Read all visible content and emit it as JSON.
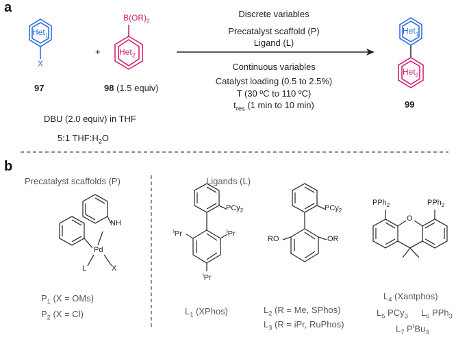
{
  "panel_a": {
    "label": "a",
    "reactant1": {
      "ring_label": "Het",
      "ring_sub": "1",
      "substituent": "X",
      "number": "97"
    },
    "reactant2": {
      "boron": "B(OR)",
      "boron_sub": "2",
      "ring_label": "Het",
      "ring_sub": "2",
      "number": "98",
      "equiv": "(1.5 equiv)"
    },
    "plus": "+",
    "conditions": {
      "base": "DBU (2.0 equiv) in THF",
      "solvent_prefix": "5:1 THF:H",
      "solvent_sub": "2",
      "solvent_suffix": "O"
    },
    "discrete_header": "Discrete variables",
    "discrete_items": [
      "Precatalyst scaffold (P)",
      "Ligand (L)"
    ],
    "continuous_header": "Continuous variables",
    "continuous_items": [
      "Catalyst loading (0.5 to 2.5%)",
      "T (30 ºC to 110 ºC)"
    ],
    "tres_main": "t",
    "tres_sub": "res",
    "tres_rest": " (1 min to 10 min)",
    "product": {
      "top_label": "Het",
      "top_sub": "1",
      "bottom_label": "Het",
      "bottom_sub": "2",
      "number": "99"
    }
  },
  "panel_b": {
    "label": "b",
    "precat_title": "Precatalyst scaffolds (P)",
    "ligand_title": "Ligands (L)",
    "precat_atoms": {
      "nh": "NH",
      "pd": "Pd",
      "l": "L",
      "x": "X"
    },
    "p1": {
      "main": "P",
      "sub": "1",
      "rest": " (X = OMs)"
    },
    "p2": {
      "main": "P",
      "sub": "2",
      "rest": " (X = Cl)"
    },
    "xphos_atoms": {
      "pcy": "PCy",
      "pcy_sub": "2",
      "ipr_sup": "i",
      "ipr": "Pr"
    },
    "l1": {
      "main": "L",
      "sub": "1",
      "rest": " (XPhos)"
    },
    "sphos_atoms": {
      "pcy": "PCy",
      "pcy_sub": "2",
      "ro": "RO",
      "or": "OR"
    },
    "l2": {
      "main": "L",
      "sub": "2",
      "rest": " (R = Me, SPhos)"
    },
    "l3": {
      "main": "L",
      "sub": "3",
      "rest": " (R = iPr, RuPhos)"
    },
    "xant_atoms": {
      "pph": "PPh",
      "pph_sub": "2",
      "o": "O"
    },
    "l4": {
      "main": "L",
      "sub": "4",
      "rest": " (Xantphos)"
    },
    "l5": {
      "main": "L",
      "sub": "5",
      "rest": " PCy",
      "rest_sub": "3"
    },
    "l6": {
      "main": "L",
      "sub": "6",
      "rest": " PPh",
      "rest_sub": "3"
    },
    "l7": {
      "main": "L",
      "sub": "7",
      "rest": " P",
      "rest_sup": "t",
      "rest2": "Bu",
      "rest_sub": "3"
    }
  },
  "colors": {
    "het1": "#2f6fe0",
    "het2": "#d21f78",
    "bond": "#333333"
  }
}
